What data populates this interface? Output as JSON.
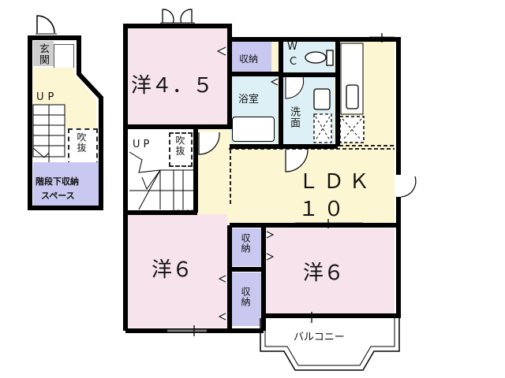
{
  "floor_plan": {
    "left_unit": {
      "entrance": "玄関",
      "up": "UP",
      "void": "吹抜",
      "under_stair_storage": [
        "階段下収納",
        "スペース"
      ]
    },
    "rooms": {
      "western_4_5": "洋４．５",
      "storage_top": "収納",
      "wc": [
        "W",
        "C"
      ],
      "bathroom": "浴室",
      "washroom": "洗面",
      "stair_up": "UP",
      "stair_void": "吹抜",
      "ldk_label": "ＬＤＫ",
      "ldk_size": "１０",
      "western_6_left": "洋６",
      "storage_mid": "収納",
      "storage_low": "収納",
      "western_6_right": "洋６",
      "balcony": "バルコニー"
    },
    "colors": {
      "western_room": "#f7e3ec",
      "ldk": "#fdf6d3",
      "wet_area": "#ddf0f6",
      "storage": "#c9c8f0",
      "entrance": "#cfcfcf",
      "wall": "#000000"
    }
  }
}
